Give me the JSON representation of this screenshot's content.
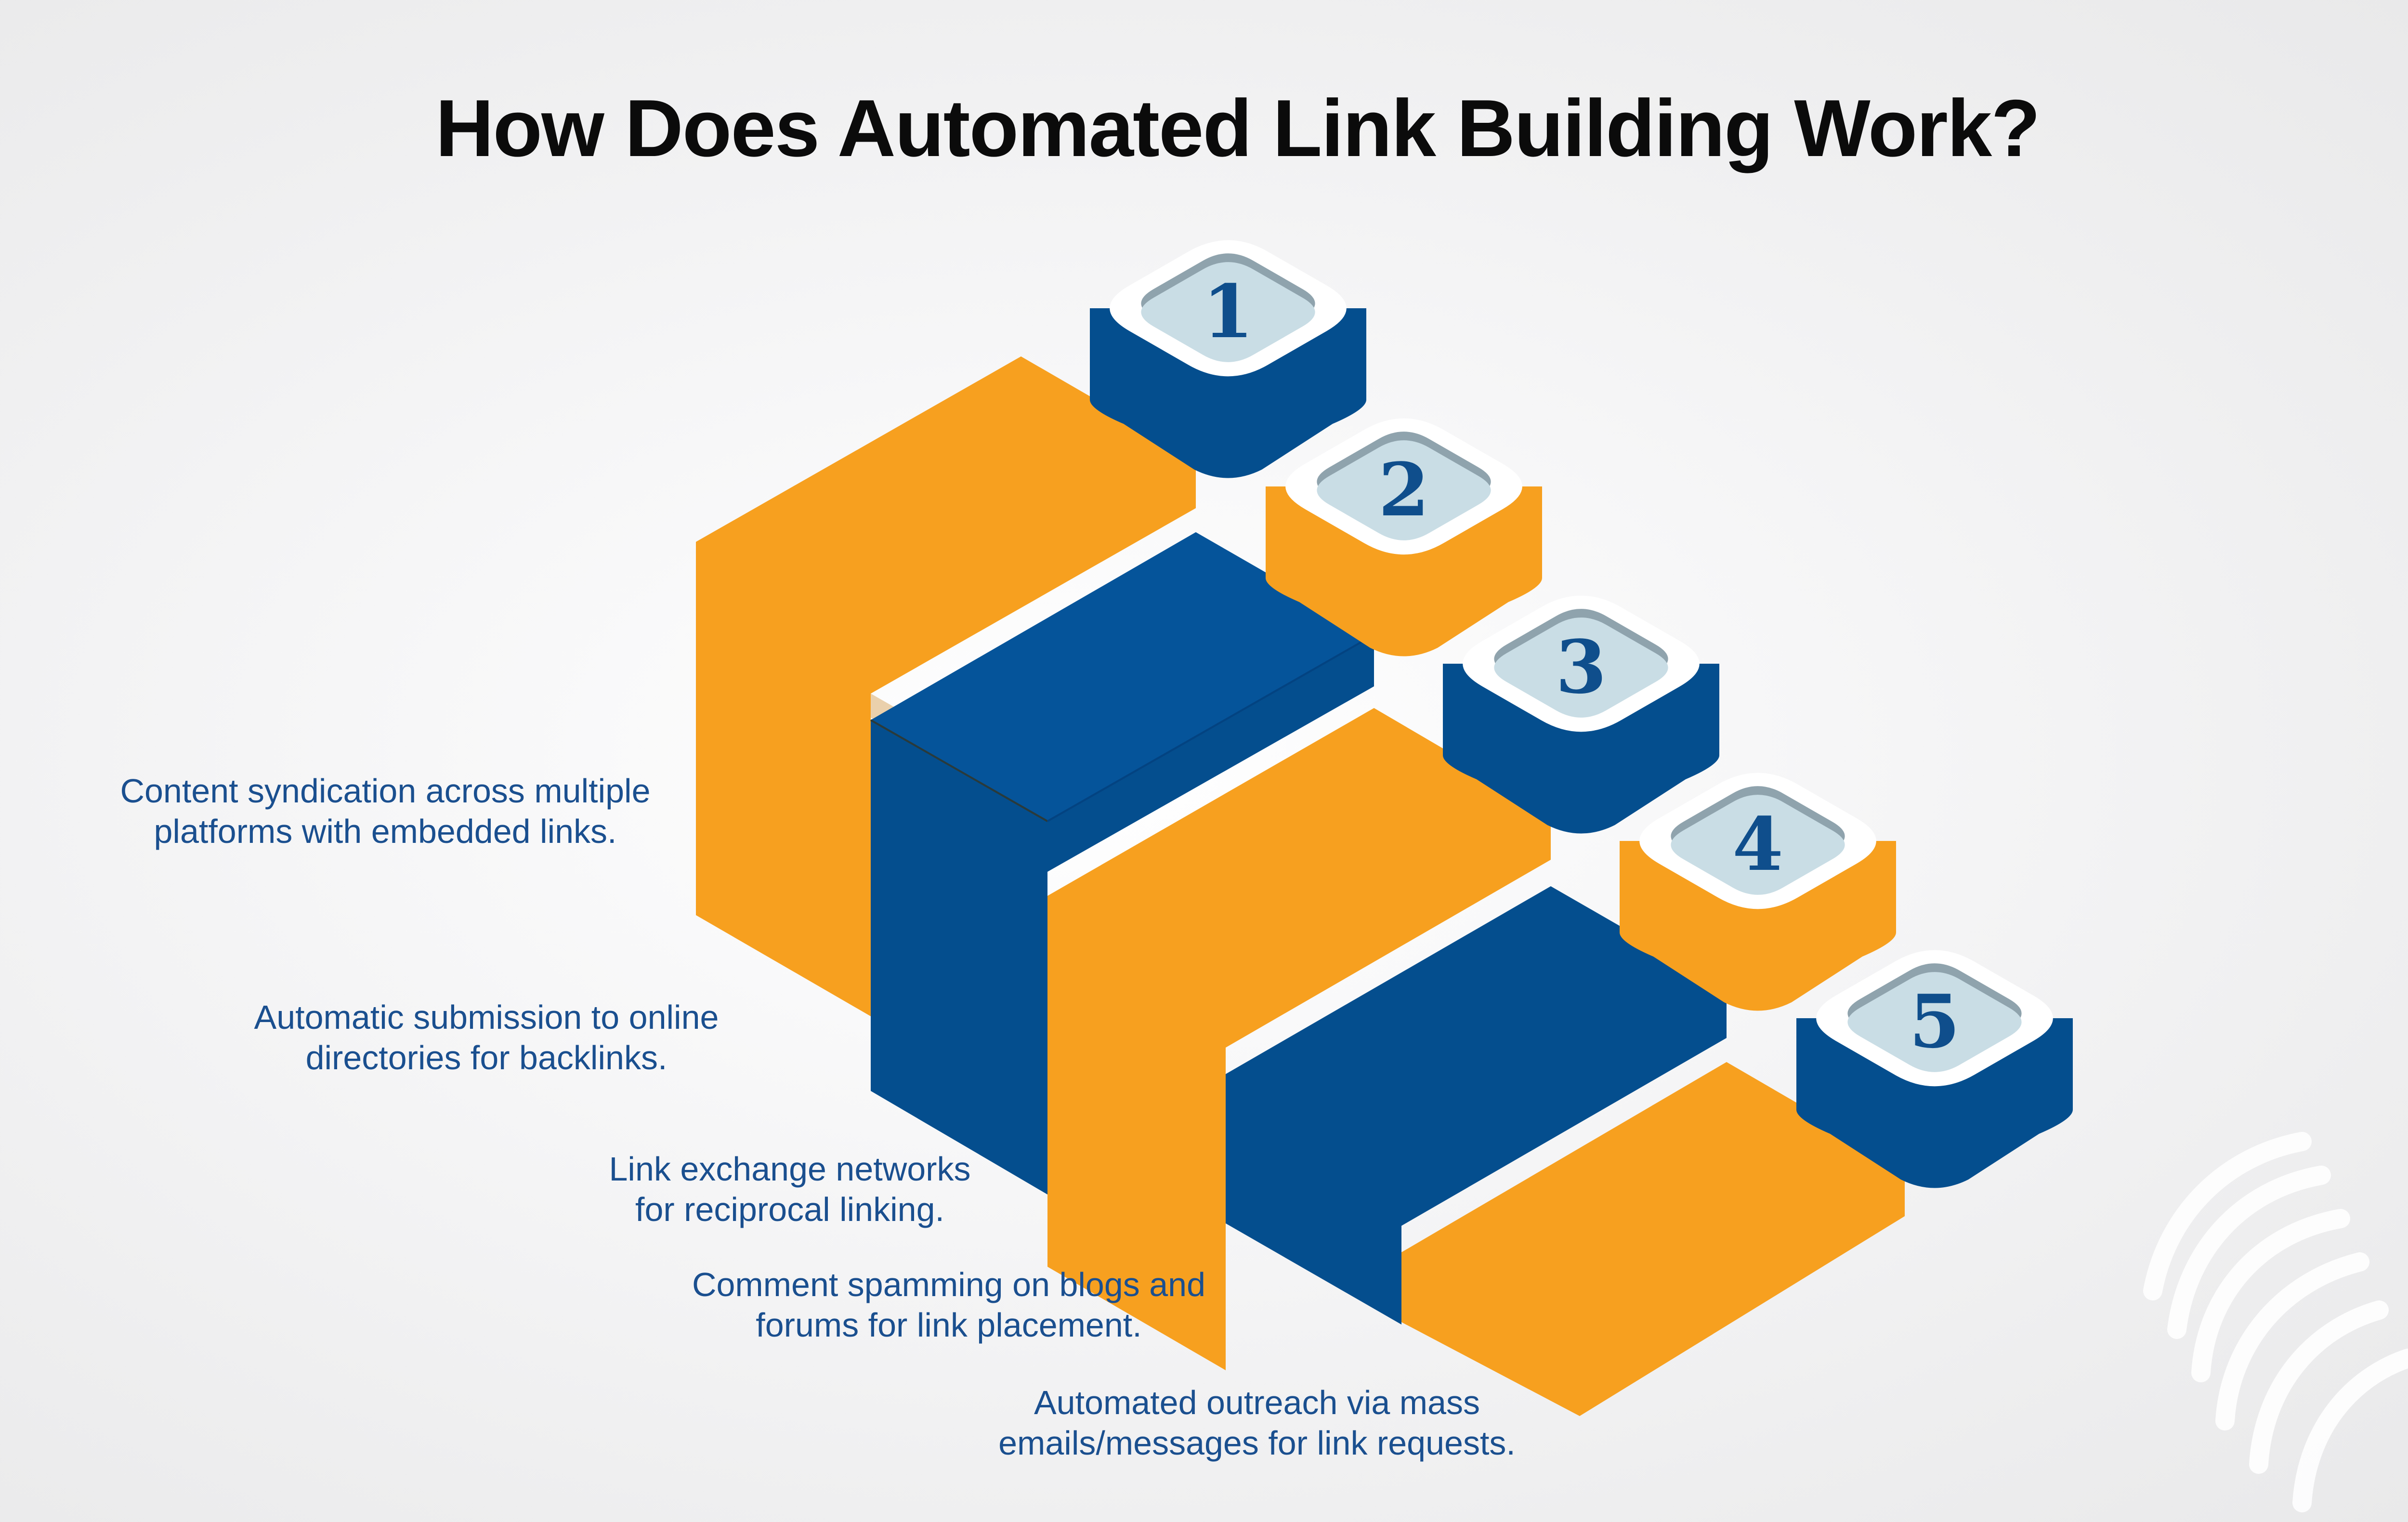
{
  "title": "How Does Automated Link Building Work?",
  "colors": {
    "orange": "#f7a01f",
    "blue": "#044e8e",
    "badge_face": "#c9dde5",
    "badge_rim": "#ffffff",
    "text_blue": "#1a4f8f"
  },
  "steps": [
    {
      "number": "1",
      "color": "blue",
      "lines": [
        "Content syndication across multiple",
        "platforms with embedded links."
      ]
    },
    {
      "number": "2",
      "color": "orange",
      "lines": [
        "Automatic submission to online",
        "directories for backlinks."
      ]
    },
    {
      "number": "3",
      "color": "blue",
      "lines": [
        "Link exchange networks",
        "for reciprocal linking."
      ]
    },
    {
      "number": "4",
      "color": "orange",
      "lines": [
        "Comment spamming on blogs and",
        "forums for link placement."
      ]
    },
    {
      "number": "5",
      "color": "blue",
      "lines": [
        "Automated outreach via mass",
        "emails/messages for link requests."
      ]
    }
  ]
}
